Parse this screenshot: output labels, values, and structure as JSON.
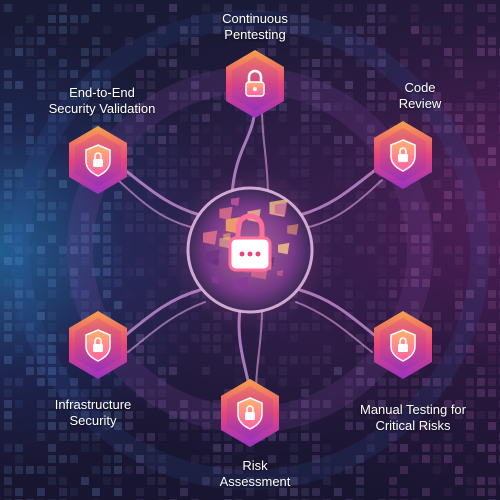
{
  "diagram": {
    "center": {
      "icon": "padlock-password-icon"
    },
    "nodes": [
      {
        "id": "continuous-pentesting",
        "line1": "Continuous",
        "line2": "Pentesting",
        "icon": "padlock-icon"
      },
      {
        "id": "code-review",
        "line1": "Code",
        "line2": "Review",
        "icon": "shield-lock-icon"
      },
      {
        "id": "manual-testing",
        "line1": "Manual Testing for",
        "line2": "Critical Risks",
        "icon": "shield-lock-icon"
      },
      {
        "id": "risk-assessment",
        "line1": "Risk",
        "line2": "Assessment",
        "icon": "shield-lock-icon"
      },
      {
        "id": "infrastructure-security",
        "line1": "Infrastructure",
        "line2": "Security",
        "icon": "shield-lock-icon"
      },
      {
        "id": "end-to-end",
        "line1": "End-to-End",
        "line2": "Security Validation",
        "icon": "shield-lock-icon"
      }
    ],
    "colors": {
      "hex_top": "#f6a24c",
      "hex_mid": "#e8457a",
      "hex_bottom": "#9a33c4",
      "connector": "#c98fd6",
      "label": "#ffffff"
    }
  }
}
